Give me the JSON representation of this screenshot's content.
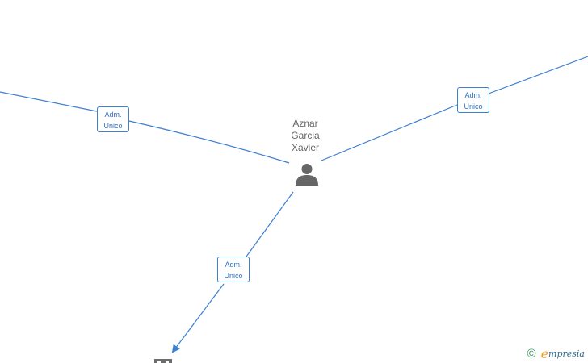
{
  "person": {
    "name_lines": [
      "Aznar",
      "Garcia",
      "Xavier"
    ]
  },
  "roles": {
    "left": [
      "Adm.",
      "Unico"
    ],
    "right": [
      "Adm.",
      "Unico"
    ],
    "bottom": [
      "Adm.",
      "Unico"
    ]
  },
  "brand": {
    "copyright": "©",
    "e": "e",
    "rest": "mpresia"
  },
  "colors": {
    "edge": "#3b7fd1",
    "label_text": "#2f6fc2",
    "person_icon": "#666666"
  }
}
